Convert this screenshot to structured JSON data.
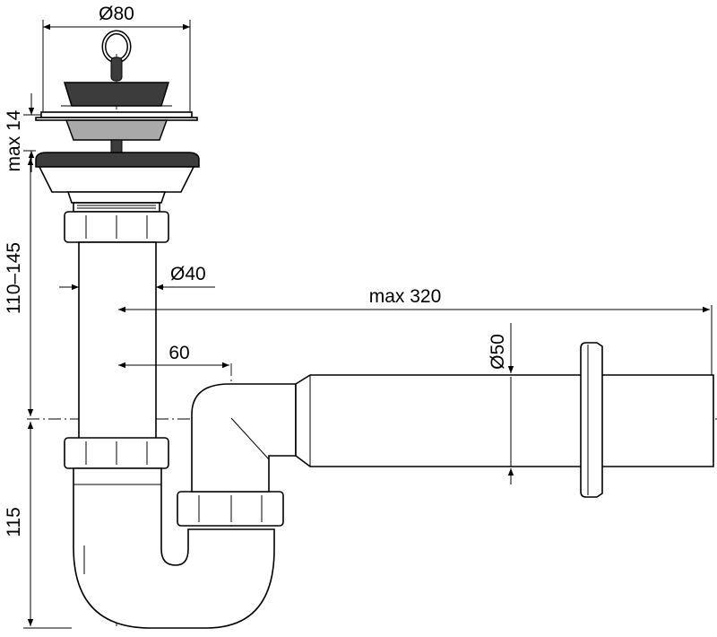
{
  "dimensions": {
    "strainer_diameter": "Ø80",
    "strainer_height": "max 14",
    "tailpiece_length": "110–145",
    "tube_diameter": "Ø40",
    "outlet_length": "max 320",
    "outlet_diameter": "Ø50",
    "trap_offset": "60",
    "trap_depth": "115"
  }
}
